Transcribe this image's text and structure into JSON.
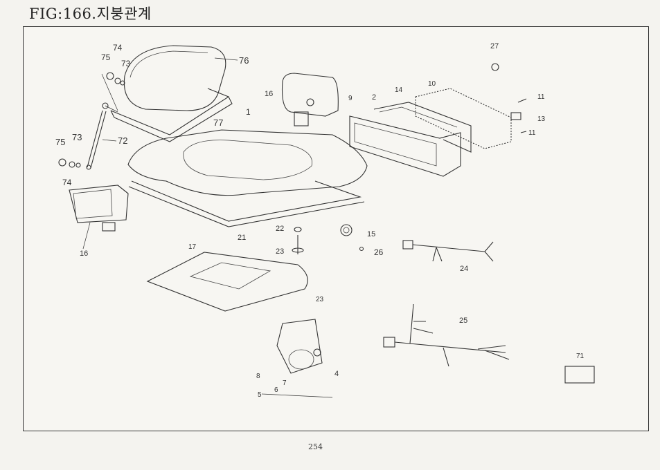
{
  "figure": {
    "title": "FIG:166.지붕관계",
    "page_number": "254"
  },
  "callouts": {
    "c1": "1",
    "c2": "2",
    "c9": "9",
    "c10": "10",
    "c11a": "11",
    "c11b": "11",
    "c13": "13",
    "c14": "14",
    "c15": "15",
    "c16a": "16",
    "c16b": "16",
    "c17": "17",
    "c21": "21",
    "c22": "22",
    "c23a": "23",
    "c23b": "23",
    "c24": "24",
    "c25": "25",
    "c26": "26",
    "c27": "27",
    "c71": "71",
    "c72": "72",
    "c73a": "73",
    "c73b": "73",
    "c74a": "74",
    "c74b": "74",
    "c75a": "75",
    "c75b": "75",
    "c76": "76",
    "c77": "77",
    "c4": "4",
    "c5": "5",
    "c6": "6",
    "c7": "7",
    "c8": "8"
  }
}
